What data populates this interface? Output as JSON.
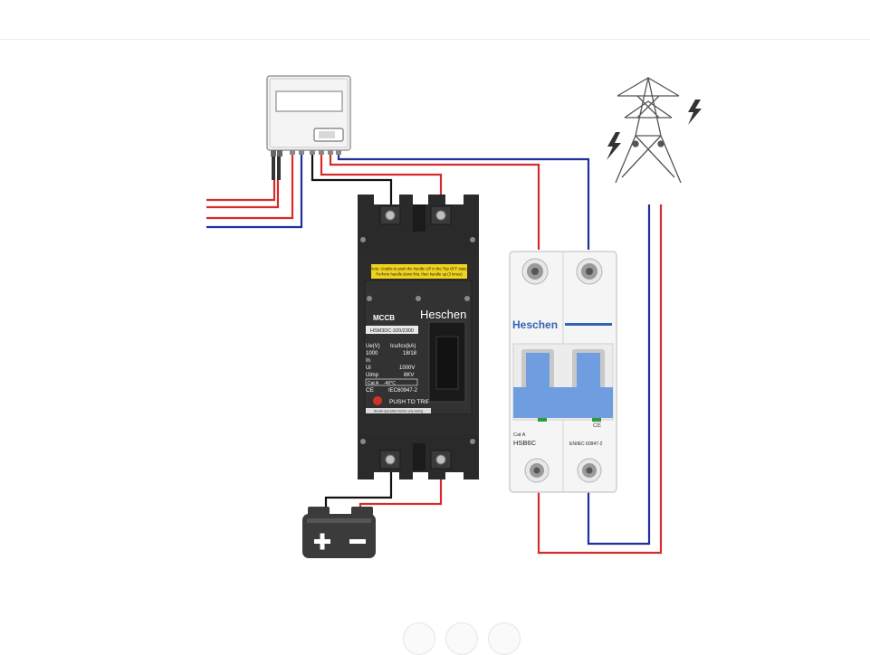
{
  "mccb": {
    "warning_line_1": "Note: Unable to push the handle UP in the Trip OFF state.",
    "warning_line_2": "Perform handle down first, then handle up (3 times)",
    "type_label": "MCCB",
    "brand": "Heschen",
    "model": "HSM3DC-320/2300",
    "spec_rows": [
      [
        "Ue(V)",
        "Icu/Ics(kA)"
      ],
      [
        "1000",
        "18/18"
      ],
      [
        "In",
        ""
      ],
      [
        "Ui",
        "1000V"
      ],
      [
        "Uimp",
        "8KV"
      ]
    ],
    "cat_label": "Cat A",
    "temp_label": "-40°C",
    "standard": "IEC60947-2",
    "push_to_trip": "PUSH TO TRIP",
    "footnote": "Break operation before any wiring"
  },
  "dc_breaker": {
    "brand": "Heschen",
    "cat_label": "Cat A",
    "model": "HSB6C",
    "standard": "EN/IEC 60947-2"
  },
  "colors": {
    "positive_wire": "#d62b2b",
    "negative_wire": "#1f2f9c",
    "black_wire": "#111111",
    "mccb_body": "#2a2a2a",
    "breaker_handle": "#6f9ee0",
    "breaker_brand": "#2f64b4"
  },
  "icons": [
    "inverter-icon",
    "battery-icon",
    "transmission-tower-icon",
    "lightning-bolt-icon"
  ]
}
